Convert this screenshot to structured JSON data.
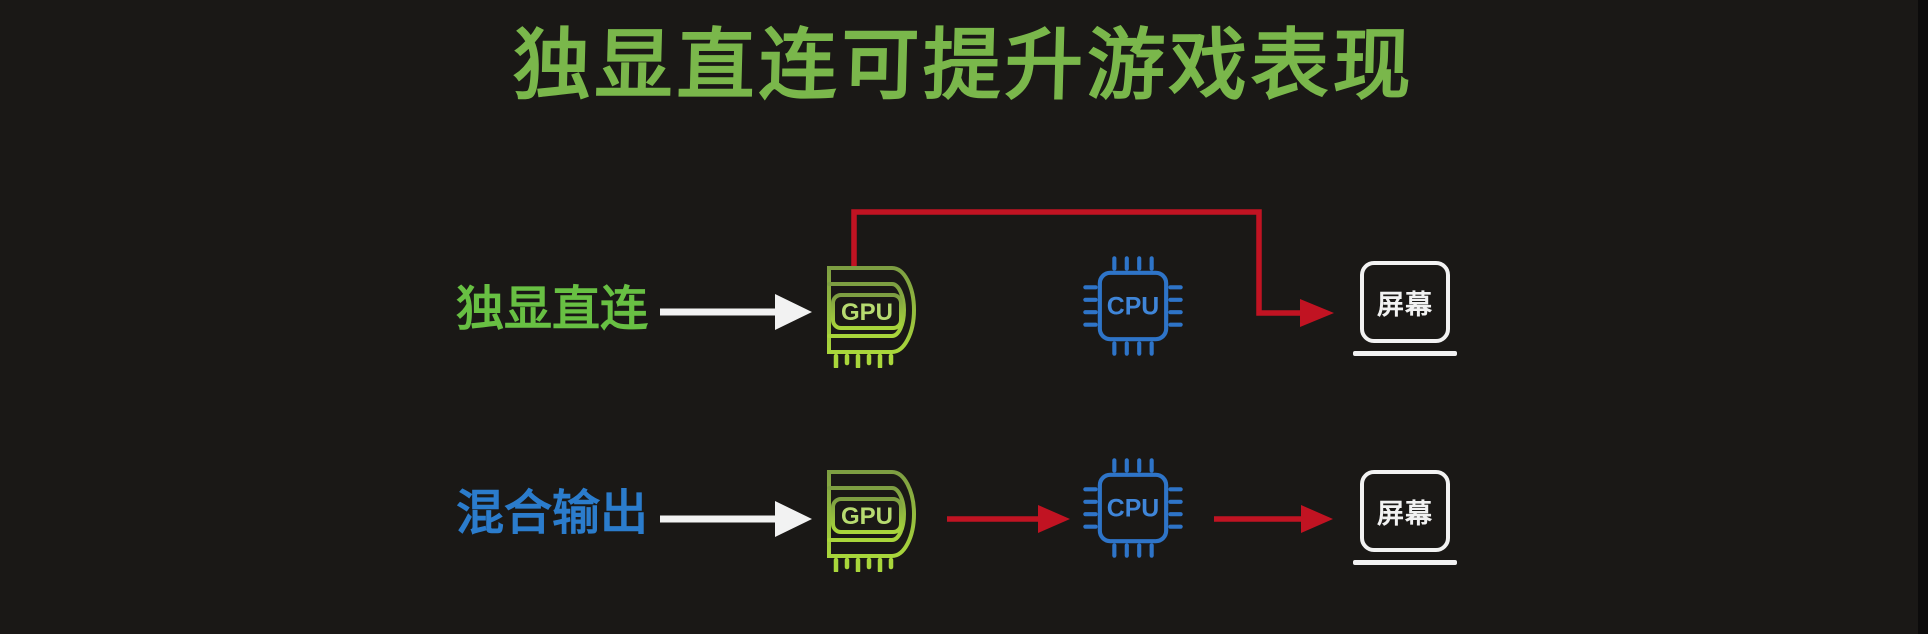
{
  "title": {
    "text": "独显直连可提升游戏表现"
  },
  "colors": {
    "background": "#1a1816",
    "title_green": "#7ab74b",
    "direct_label_green": "#68c043",
    "hybrid_label_blue": "#2b7ccc",
    "connector_red": "#c11322",
    "arrow_white": "#f2f2f2",
    "gpu_green": "#a9d63b",
    "cpu_blue": "#2e74c8",
    "screen_white": "#f2f2f2"
  },
  "rows": [
    {
      "label": "独显直连",
      "nodes": {
        "gpu": "GPU",
        "cpu": "CPU",
        "screen": "屏幕"
      },
      "route": [
        "GPU",
        "屏幕"
      ],
      "route_note": "red line bypasses CPU"
    },
    {
      "label": "混合输出",
      "nodes": {
        "gpu": "GPU",
        "cpu": "CPU",
        "screen": "屏幕"
      },
      "route": [
        "GPU",
        "CPU",
        "屏幕"
      ],
      "route_note": "red arrows pass through CPU"
    }
  ]
}
